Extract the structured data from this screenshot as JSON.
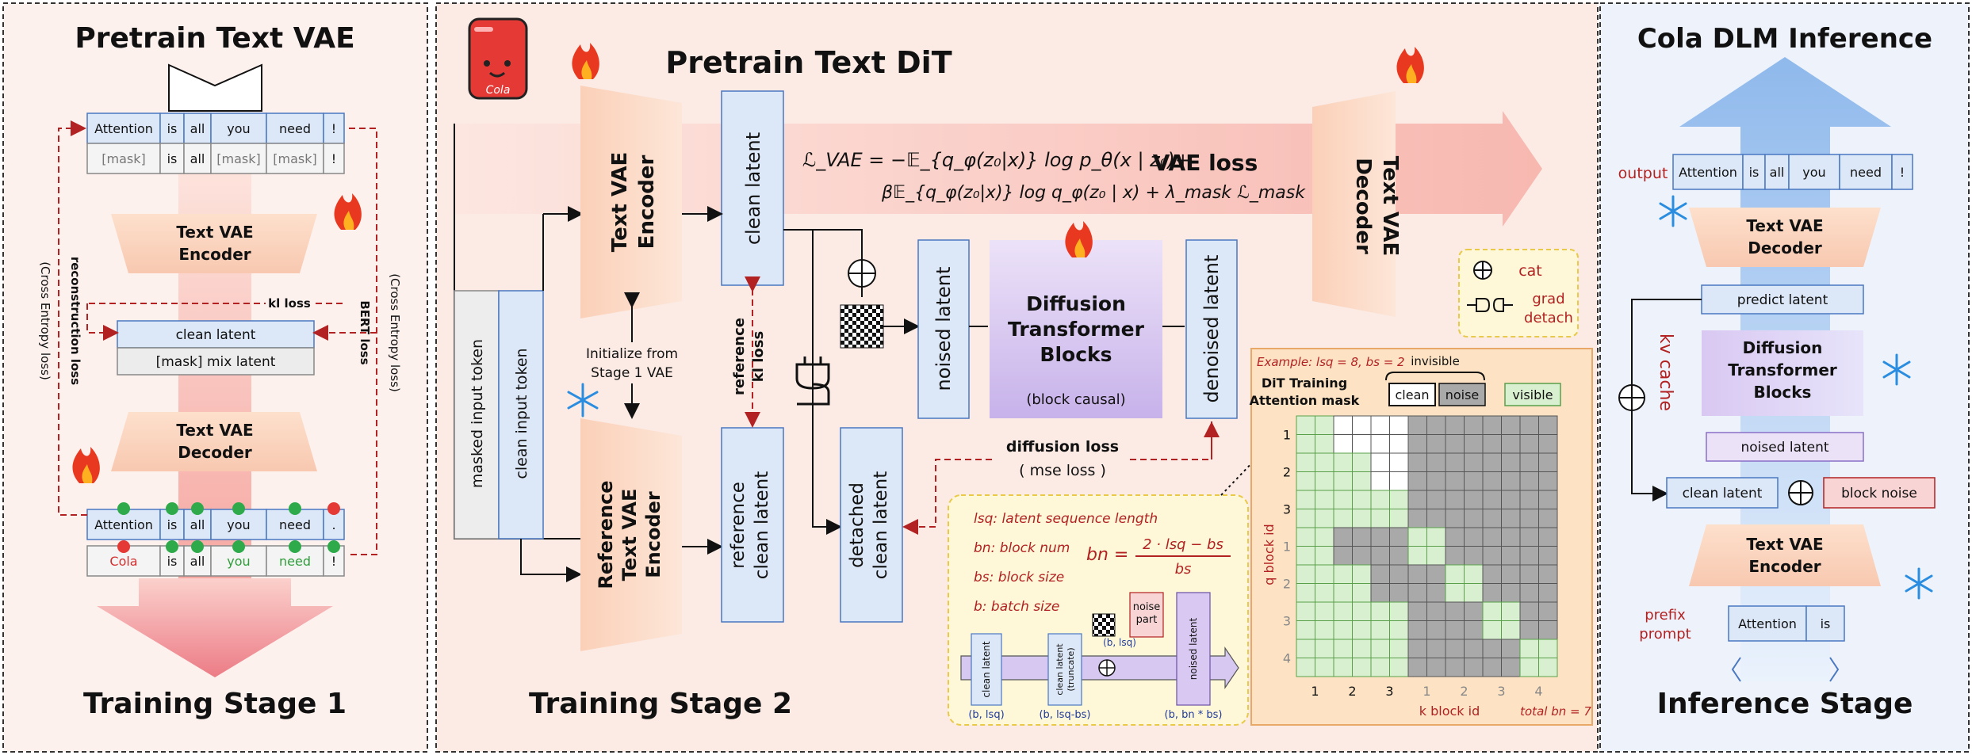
{
  "stage1": {
    "title": "Pretrain Text VAE",
    "footer": "Training Stage 1",
    "top_row": [
      "Attention",
      "is",
      "all",
      "you",
      "need",
      "!"
    ],
    "mask_row": [
      "[mask]",
      "is",
      "all",
      "[mask]",
      "[mask]",
      "!"
    ],
    "encoder": "Text VAE\nEncoder",
    "decoder": "Text VAE\nDecoder",
    "clean_latent": "clean latent",
    "mix_latent": "[mask] mix latent",
    "kl_loss": "kl loss",
    "recon_loss": "reconstruction loss",
    "recon_sub": "(Cross Entropy loss)",
    "bert_loss": "BERT loss",
    "bert_sub": "(Cross Entropy loss)",
    "out_row_top": [
      "Attention",
      "is",
      "all",
      "you",
      "need",
      "."
    ],
    "out_row_bottom": [
      "Cola",
      "is",
      "all",
      "you",
      "need",
      "!"
    ]
  },
  "stage2": {
    "title": "Pretrain Text DiT",
    "footer": "Training Stage 2",
    "logo_text": "Cola",
    "encoder": "Text VAE\nEncoder",
    "decoder": "Text VAE\nDecoder",
    "ref_encoder": "Reference\nText VAE\nEncoder",
    "masked_input": "masked input token",
    "clean_input": "clean input token",
    "clean_latent": "clean latent",
    "init_note": "Initialize from\nStage 1 VAE",
    "reference_kl": "reference\nkl loss",
    "ref_clean_latent": "reference\nclean latent",
    "detached_clean_latent": "detached\nclean latent",
    "noised_latent": "noised latent",
    "dit_title": "Diffusion\nTransformer\nBlocks",
    "dit_sub": "(block causal)",
    "denoised_latent": "denoised latent",
    "vae_loss": "VAE loss",
    "formula_line1": "ℒ_VAE = −𝔼_{q_φ(z₀|x)} log p_θ(x | z₀)+",
    "formula_line2": "β𝔼_{q_φ(z₀|x)} log q_φ(z₀ | x) + λ_mask ℒ_mask",
    "diffusion_loss": "diffusion loss",
    "mse_loss": "( mse loss )",
    "legend_cat": "cat",
    "legend_grad": "grad\ndetach",
    "defs": {
      "lsq": "lsq: latent sequence length",
      "bn": "bn: block num",
      "bs": "bs: block size",
      "b": "b: batch size",
      "formula_lhs": "bn =",
      "formula_num": "2 · lsq − bs",
      "formula_den": "bs"
    },
    "mini": {
      "clean_latent": "clean latent",
      "clean_trunc": "clean latent\n(truncate)",
      "noise_part": "noise\npart",
      "noised_latent": "noised latent",
      "dim1": "(b, lsq)",
      "dim2": "(b, lsq-bs)",
      "dim3": "(b, lsq)",
      "dim4": "(b, bn * bs)"
    },
    "mask_panel": {
      "example": "Example: lsq = 8,  bs = 2",
      "title": "DiT Training\nAttention mask",
      "invisible": "invisible",
      "legend": [
        "clean",
        "noise",
        "visible"
      ],
      "q_axis": "q block id",
      "k_axis": "k block id",
      "total": "total bn = 7",
      "row_labels": [
        "1",
        "2",
        "3",
        "1",
        "2",
        "3",
        "4"
      ],
      "col_labels": [
        "1",
        "2",
        "3",
        "1",
        "2",
        "3",
        "4"
      ]
    }
  },
  "inference": {
    "title": "Cola DLM Inference",
    "footer": "Inference Stage",
    "output_label": "output",
    "out_row": [
      "Attention",
      "is",
      "all",
      "you",
      "need",
      "!"
    ],
    "decoder": "Text VAE\nDecoder",
    "predict_latent": "predict latent",
    "dit_title": "Diffusion\nTransformer\nBlocks",
    "kv_cache": "kv cache",
    "noised_latent": "noised latent",
    "clean_latent": "clean latent",
    "block_noise": "block noise",
    "encoder": "Text VAE\nEncoder",
    "prefix_label": "prefix\nprompt",
    "prefix_row": [
      "Attention",
      "is"
    ]
  },
  "colors": {
    "blue_fill": "#dce8f8",
    "blue_stroke": "#4a78c2",
    "grid_green": "#d8efd0",
    "grid_gray": "#a9a9a9",
    "accent_red": "#b22222"
  }
}
